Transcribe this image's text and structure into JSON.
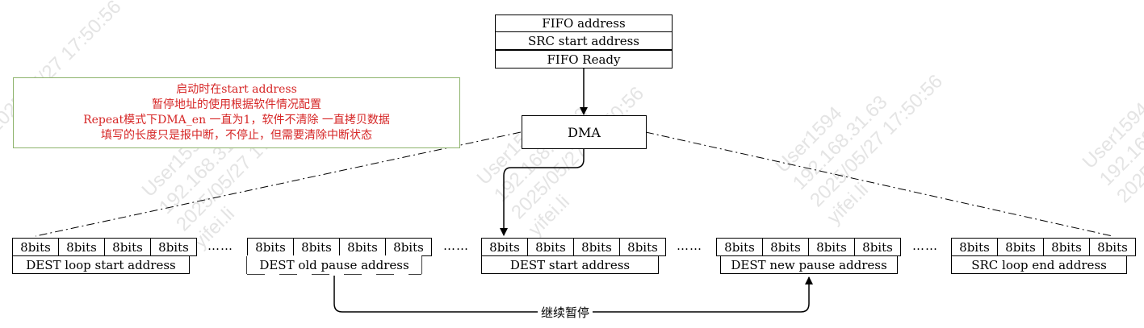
{
  "fifo_stack": {
    "fifo_address": "FIFO address",
    "src_start_address": "SRC start address",
    "fifo_ready": "FIFO Ready"
  },
  "dma_label": "DMA",
  "note_lines": [
    "启动时在start address",
    "暂停地址的使用根据软件情况配置",
    "Repeat模式下DMA_en 一直为1，软件不清除 一直拷贝数据",
    "填写的长度只是报中断，不停止，但需要清除中断状态"
  ],
  "byte_cell_label": "8bits",
  "ellipsis": "……",
  "blocks": [
    {
      "address_label": "DEST loop start address"
    },
    {
      "address_label": "DEST old pause address"
    },
    {
      "address_label": "DEST start address"
    },
    {
      "address_label": "DEST new pause address"
    },
    {
      "address_label": "SRC loop end address"
    }
  ],
  "continue_pause_label": "继续暂停",
  "watermark": [
    "User1594",
    "192.168.31.63",
    "2025/05/27 17:50:56",
    "yifei.li"
  ],
  "colors": {
    "note_text": "#d62626",
    "note_border": "#8db36b",
    "line": "#000000"
  }
}
